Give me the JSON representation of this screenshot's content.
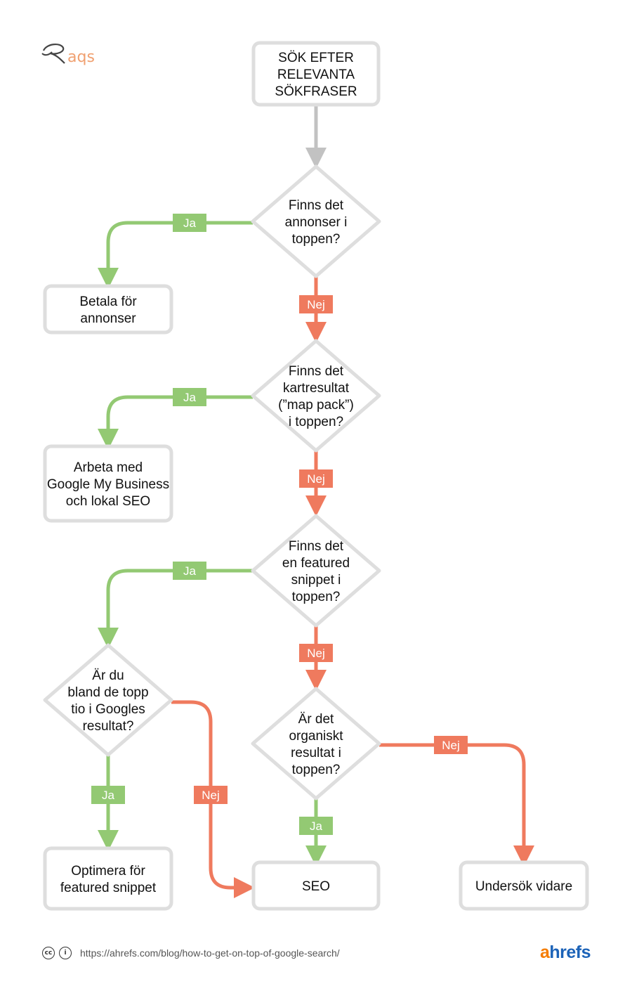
{
  "logo": {
    "text": "Raqs"
  },
  "footer": {
    "url": "https://ahrefs.com/blog/how-to-get-on-top-of-google-search/",
    "brand_a": "a",
    "brand_rest": "hrefs",
    "cc_icon": "cc-icon",
    "by_icon": "attribution-icon"
  },
  "nodes": [
    {
      "id": "start",
      "shape": "rect",
      "lines": [
        "SÖK EFTER",
        "RELEVANTA",
        "SÖKFRASER"
      ]
    },
    {
      "id": "q_ads",
      "shape": "diamond",
      "lines": [
        "Finns det",
        "annonser i",
        "toppen?"
      ]
    },
    {
      "id": "pay_ads",
      "shape": "rect",
      "lines": [
        "Betala för",
        "annonser"
      ]
    },
    {
      "id": "q_map",
      "shape": "diamond",
      "lines": [
        "Finns det",
        "kartresultat",
        "(”map pack”)",
        "i toppen?"
      ]
    },
    {
      "id": "gmb",
      "shape": "rect",
      "lines": [
        "Arbeta med",
        "Google My Business",
        "och lokal SEO"
      ]
    },
    {
      "id": "q_snippet",
      "shape": "diamond",
      "lines": [
        "Finns det",
        "en featured",
        "snippet i",
        "toppen?"
      ]
    },
    {
      "id": "q_top10",
      "shape": "diamond",
      "lines": [
        "Är du",
        "bland de topp",
        "tio i Googles",
        "resultat?"
      ]
    },
    {
      "id": "q_organic",
      "shape": "diamond",
      "lines": [
        "Är det",
        "organiskt",
        "resultat i",
        "toppen?"
      ]
    },
    {
      "id": "opt_snippet",
      "shape": "rect",
      "lines": [
        "Optimera för",
        "featured snippet"
      ]
    },
    {
      "id": "seo",
      "shape": "rect",
      "lines": [
        "SEO"
      ]
    },
    {
      "id": "investigate",
      "shape": "rect",
      "lines": [
        "Undersök vidare"
      ]
    }
  ],
  "edges": [
    {
      "id": "e1",
      "from": "start",
      "to": "q_ads",
      "label": "",
      "kind": "gray"
    },
    {
      "id": "e2",
      "from": "q_ads",
      "to": "pay_ads",
      "label": "Ja",
      "kind": "green"
    },
    {
      "id": "e3",
      "from": "q_ads",
      "to": "q_map",
      "label": "Nej",
      "kind": "red"
    },
    {
      "id": "e4",
      "from": "q_map",
      "to": "gmb",
      "label": "Ja",
      "kind": "green"
    },
    {
      "id": "e5",
      "from": "q_map",
      "to": "q_snippet",
      "label": "Nej",
      "kind": "red"
    },
    {
      "id": "e6",
      "from": "q_snippet",
      "to": "q_top10",
      "label": "Ja",
      "kind": "green"
    },
    {
      "id": "e7",
      "from": "q_snippet",
      "to": "q_organic",
      "label": "Nej",
      "kind": "red"
    },
    {
      "id": "e8",
      "from": "q_top10",
      "to": "opt_snippet",
      "label": "Ja",
      "kind": "green"
    },
    {
      "id": "e9",
      "from": "q_top10",
      "to": "seo",
      "label": "Nej",
      "kind": "red"
    },
    {
      "id": "e10",
      "from": "q_organic",
      "to": "seo",
      "label": "Ja",
      "kind": "green"
    },
    {
      "id": "e11",
      "from": "q_organic",
      "to": "investigate",
      "label": "Nej",
      "kind": "red"
    }
  ],
  "colors": {
    "green": "#93c973",
    "red": "#ef7a5e",
    "gray": "#c2c2c2",
    "box_border": "#dedede"
  }
}
